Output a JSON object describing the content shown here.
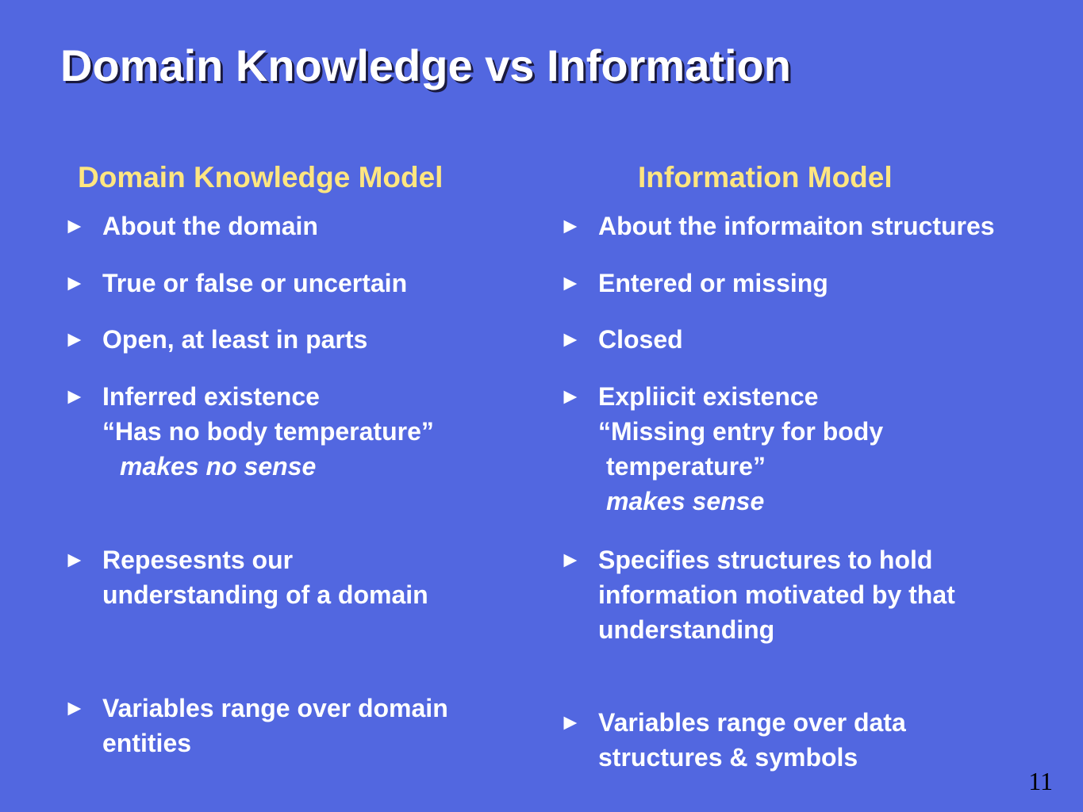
{
  "slide": {
    "title": "Domain Knowledge vs Information",
    "page_number": "11",
    "bullet_marker": "►",
    "colors": {
      "background": "#5267E0",
      "heading": "#FFE680",
      "text": "#FFFFFF"
    }
  },
  "left": {
    "heading": "Domain Knowledge Model",
    "items": [
      {
        "lines": [
          "About the domain"
        ]
      },
      {
        "lines": [
          "True or false or uncertain"
        ]
      },
      {
        "lines": [
          "Open, at least in parts"
        ]
      },
      {
        "lines": [
          "Inferred existence",
          "“Has no body temperature”",
          "makes no sense"
        ]
      },
      {
        "lines": [
          "Repesesnts our",
          "understanding of a domain"
        ]
      },
      {
        "lines": [
          "Variables range over domain",
          "entities"
        ]
      }
    ]
  },
  "right": {
    "heading": "Information Model",
    "items": [
      {
        "lines": [
          "About the informaiton structures"
        ]
      },
      {
        "lines": [
          "Entered or missing"
        ]
      },
      {
        "lines": [
          "Closed"
        ]
      },
      {
        "lines": [
          "Expliicit existence",
          "“Missing entry for body",
          "temperature”",
          "makes sense"
        ]
      },
      {
        "lines": [
          "Specifies structures to hold",
          "information motivated by that",
          "understanding"
        ]
      },
      {
        "lines": [
          "Variables range over data",
          "structures & symbols"
        ]
      }
    ]
  }
}
